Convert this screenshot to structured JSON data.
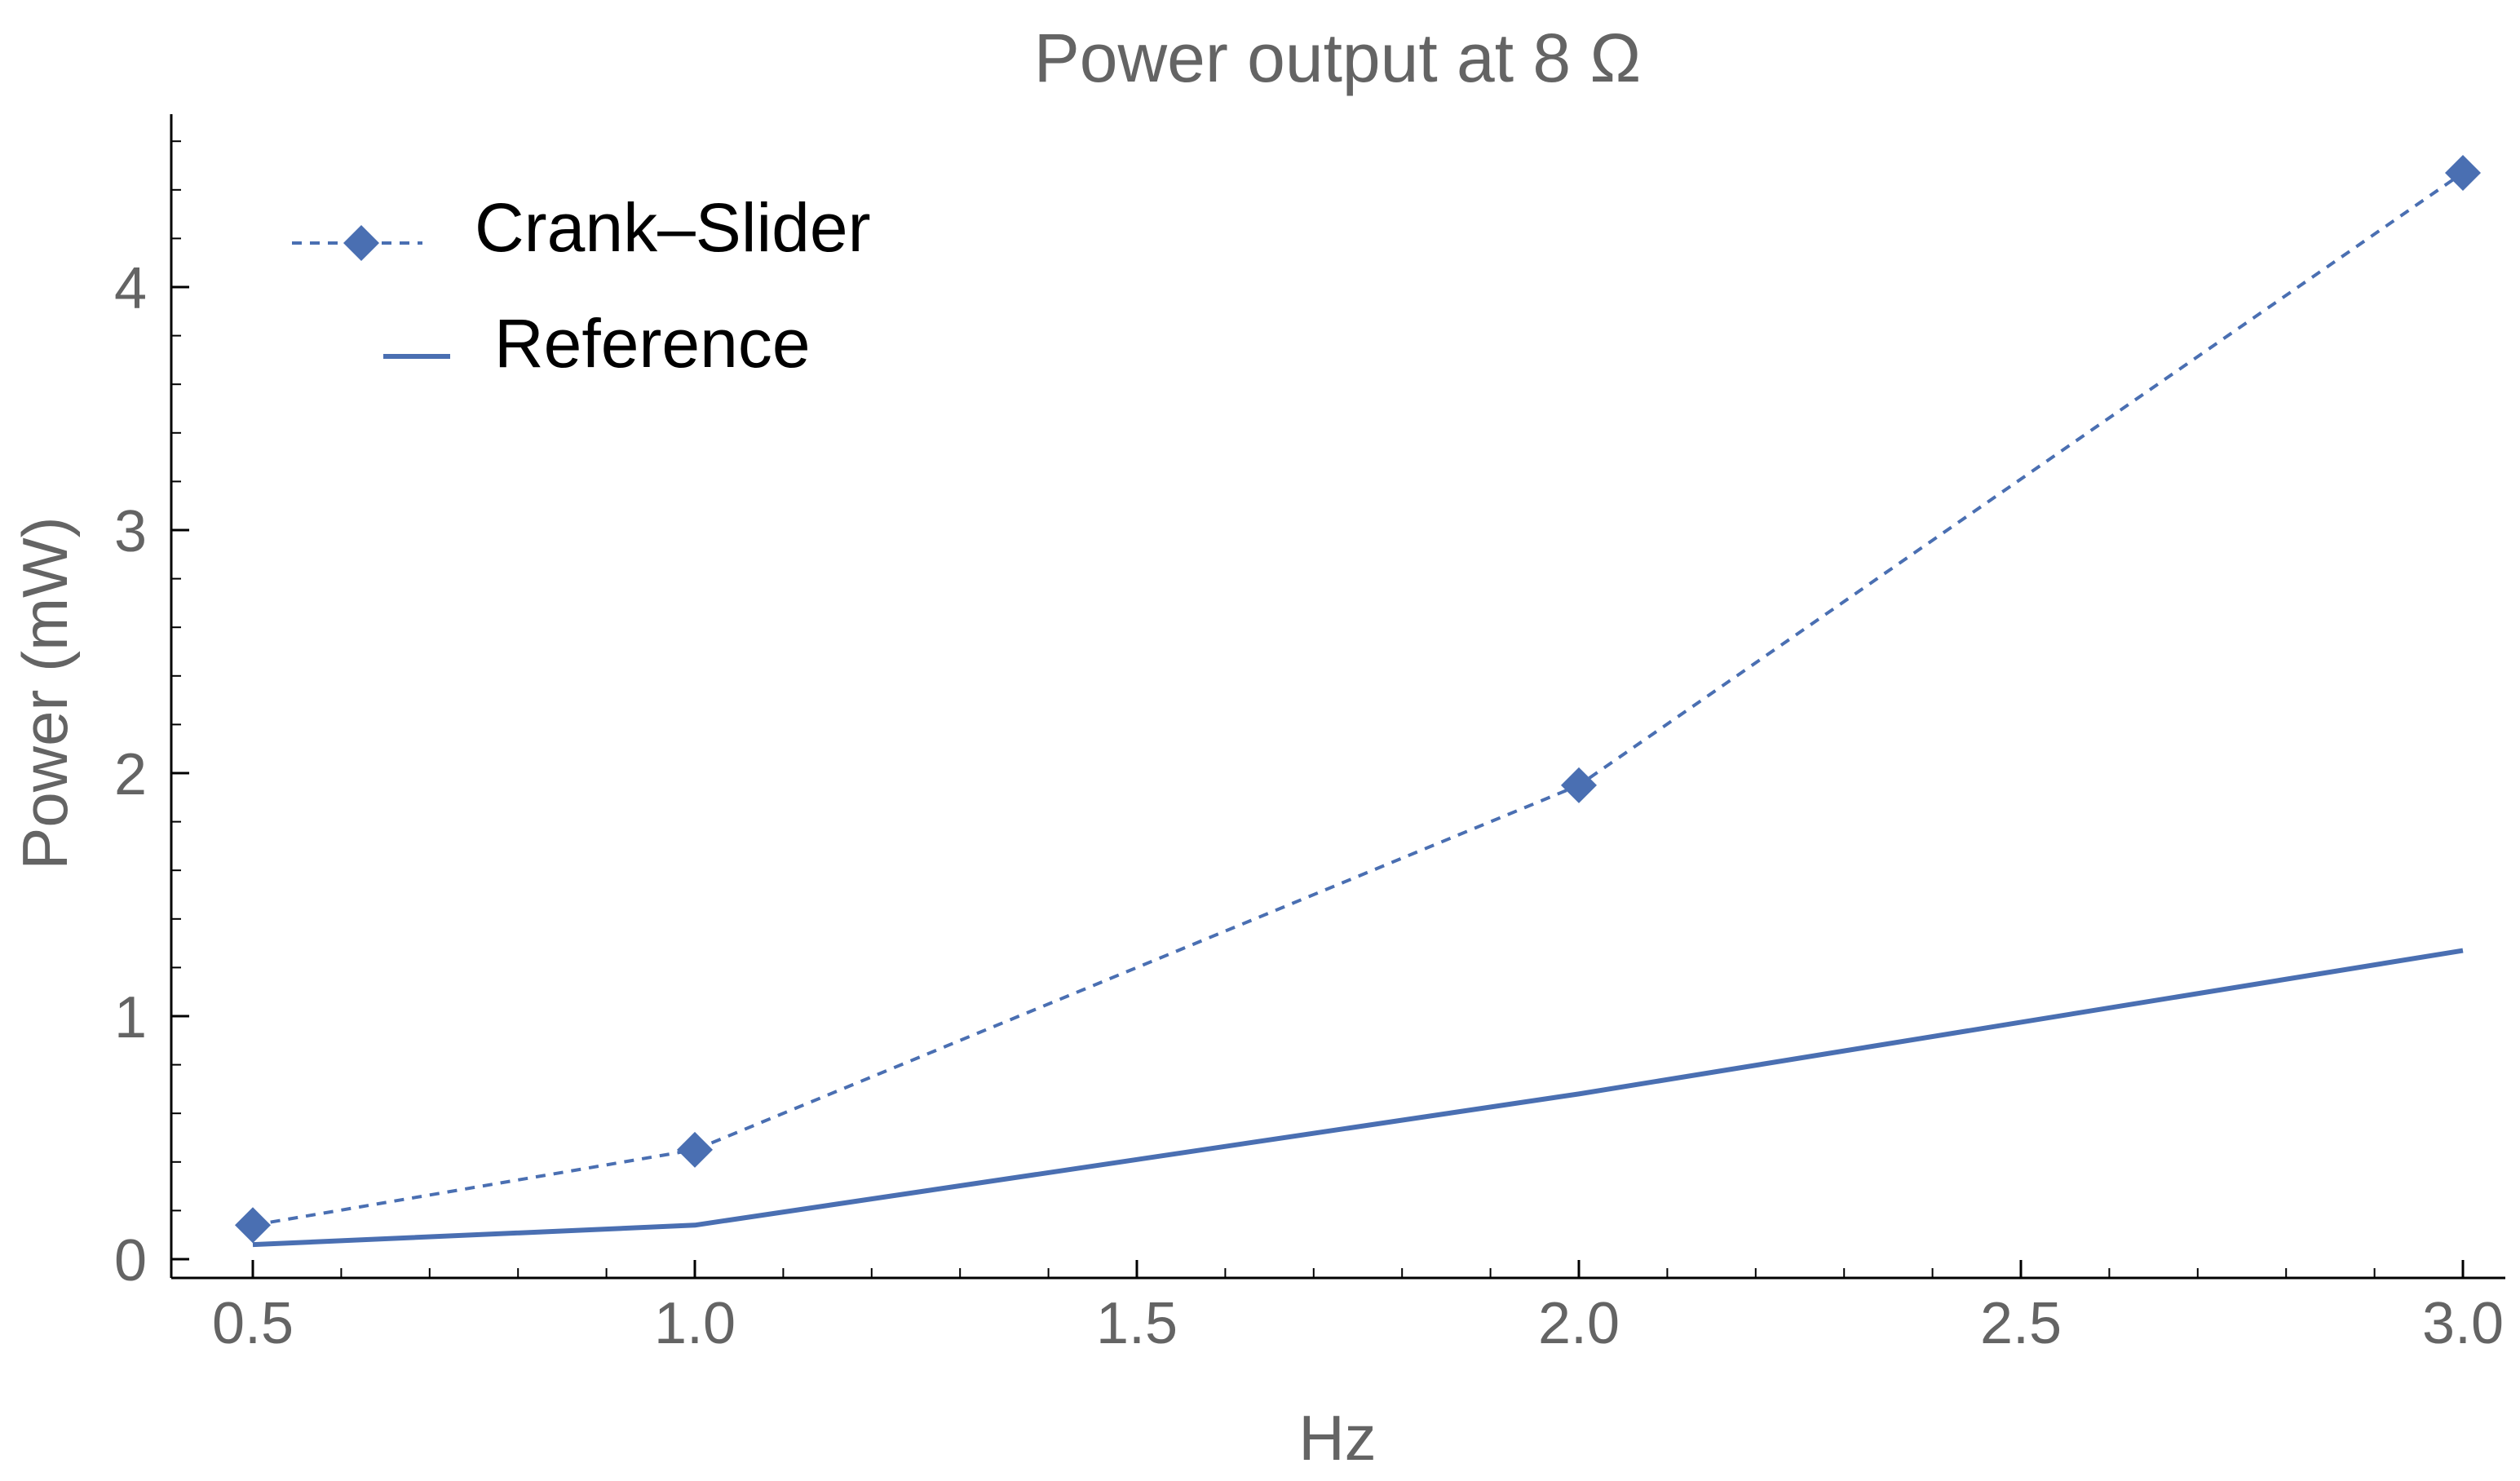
{
  "chart_data": {
    "type": "line",
    "title": "Power output at 8 Ω",
    "xlabel": "Hz",
    "ylabel": "Power (mW)",
    "xlim": [
      0.41,
      3.05
    ],
    "ylim": [
      -0.1,
      4.8
    ],
    "x_ticks": [
      "0.5",
      "1.0",
      "1.5",
      "2.0",
      "2.5",
      "3.0"
    ],
    "y_ticks": [
      "0",
      "1",
      "2",
      "3",
      "4"
    ],
    "grid": false,
    "legend_position": "top-left",
    "series": [
      {
        "name": "Crank–Slider",
        "style": "dashed-with-diamond-markers",
        "color": "#4A6FB2",
        "x": [
          0.5,
          1.0,
          2.0,
          3.0
        ],
        "y": [
          0.14,
          0.45,
          1.95,
          4.47
        ]
      },
      {
        "name": "Reference",
        "style": "solid",
        "color": "#4A6FB2",
        "x": [
          0.5,
          1.0,
          2.0,
          3.0
        ],
        "y": [
          0.06,
          0.14,
          0.68,
          1.27
        ]
      }
    ]
  }
}
